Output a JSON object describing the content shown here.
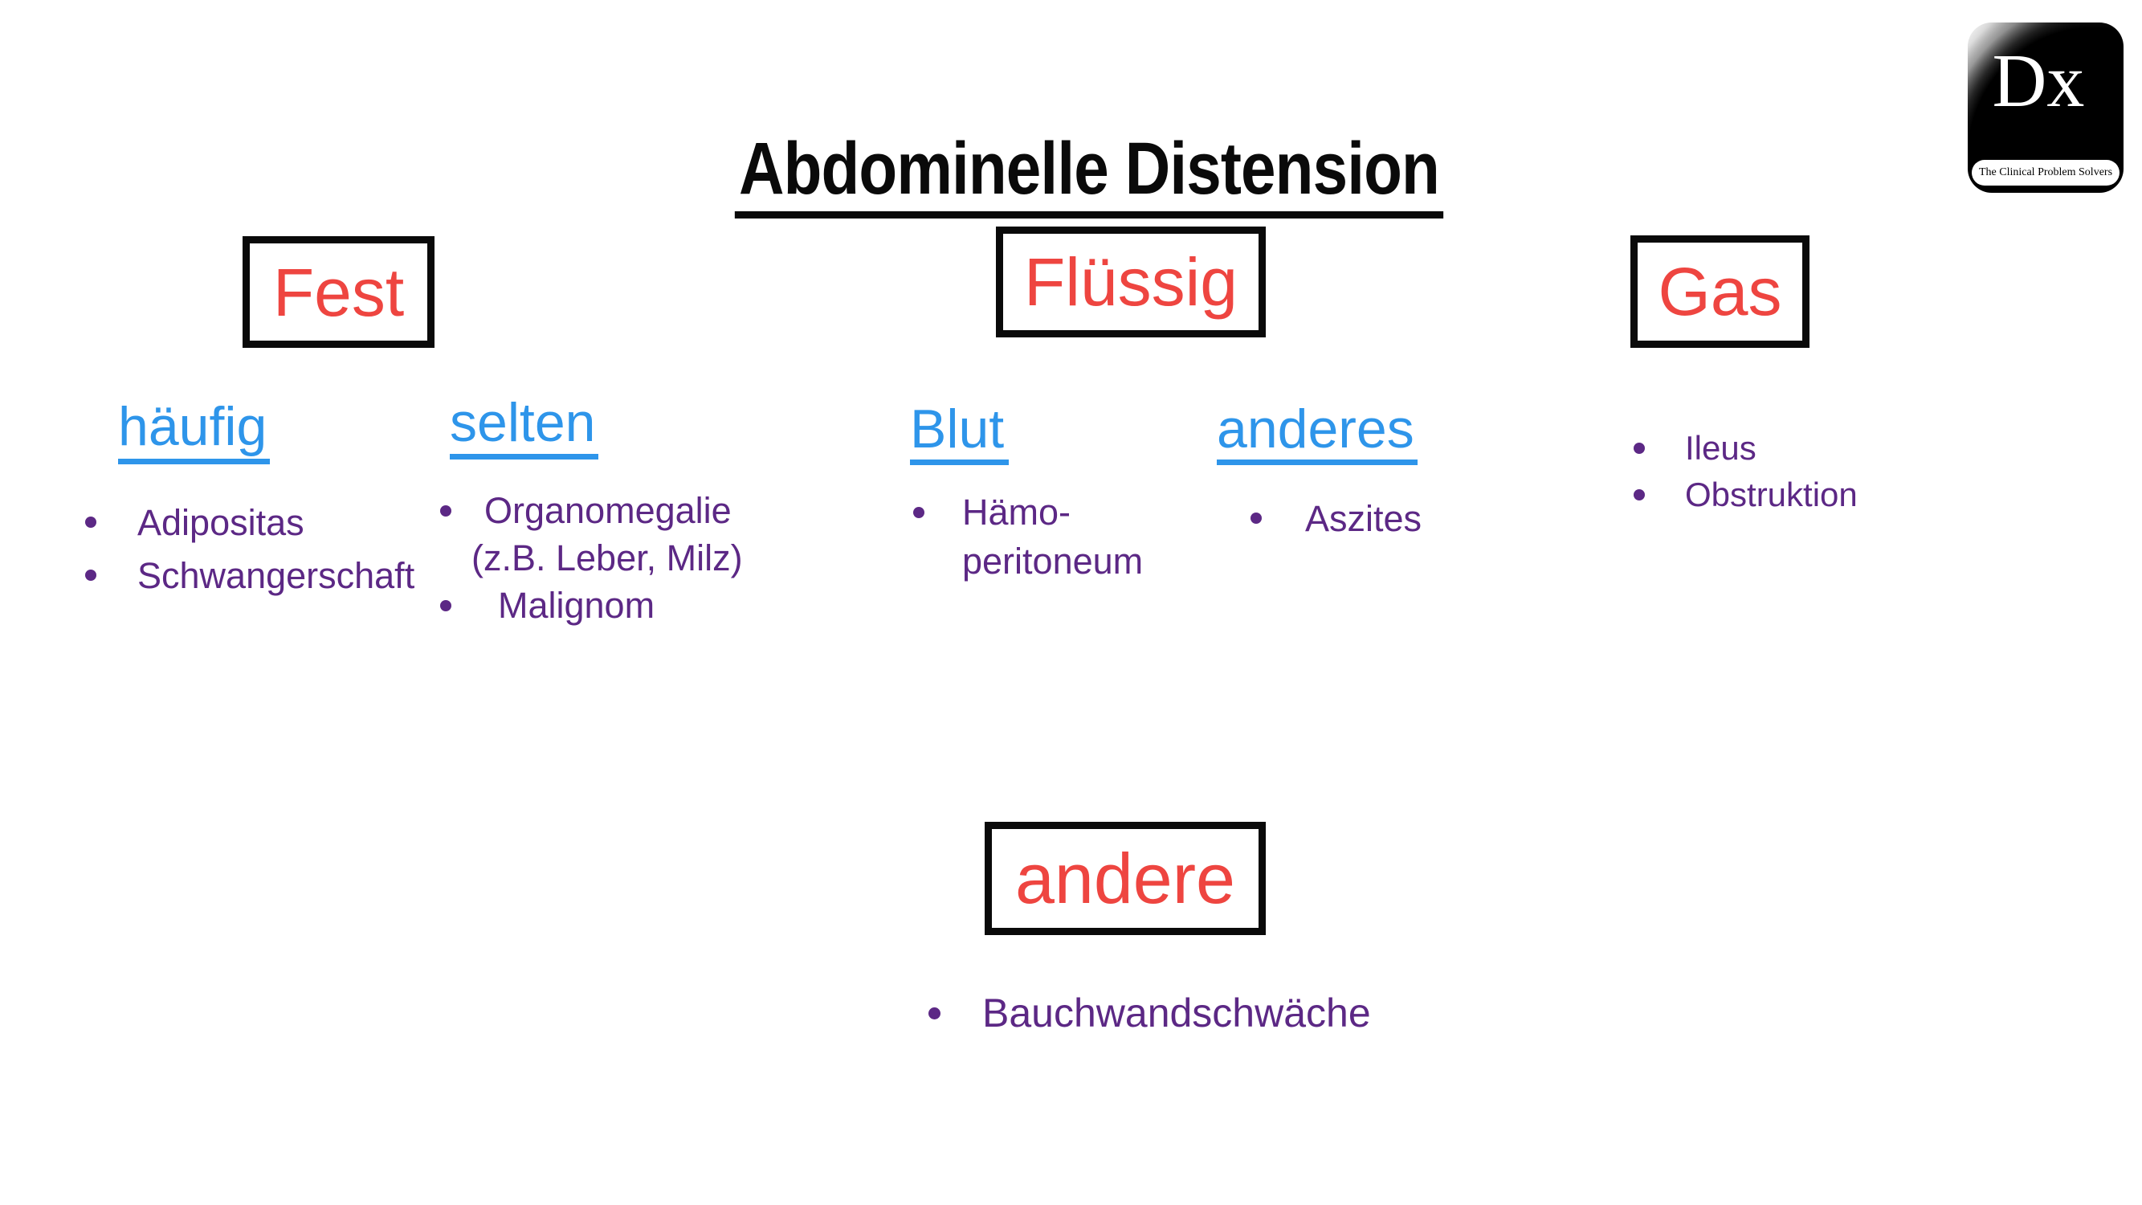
{
  "title": {
    "text": "Abdominelle Distension"
  },
  "colors": {
    "background": "#ffffff",
    "box_border": "#0a0a0a",
    "category_red": "#ee4540",
    "subheading_blue": "#2e95ea",
    "bullet_purple": "#5c2885",
    "title_black": "#0a0a0a"
  },
  "fest": {
    "box_label": "Fest",
    "haeufig": {
      "heading": "häufig",
      "item1": "Adipositas",
      "item2": "Schwangerschaft"
    },
    "selten": {
      "heading": "selten",
      "item1_line1": "Organomegalie",
      "item1_line2": "(z.B. Leber, Milz)",
      "item2": "Malignom"
    }
  },
  "fluessig": {
    "box_label": "Flüssig",
    "blut": {
      "heading": "Blut",
      "item1_line1": "Hämo-",
      "item1_line2": "peritoneum"
    },
    "anderes": {
      "heading": "anderes",
      "item1": "Aszites"
    }
  },
  "gas": {
    "box_label": "Gas",
    "item1": "Ileus",
    "item2": "Obstruktion"
  },
  "andere": {
    "box_label": "andere",
    "item1": "Bauchwandschwäche"
  },
  "logo": {
    "initials": "Dx",
    "tagline": "The Clinical Problem Solvers"
  }
}
